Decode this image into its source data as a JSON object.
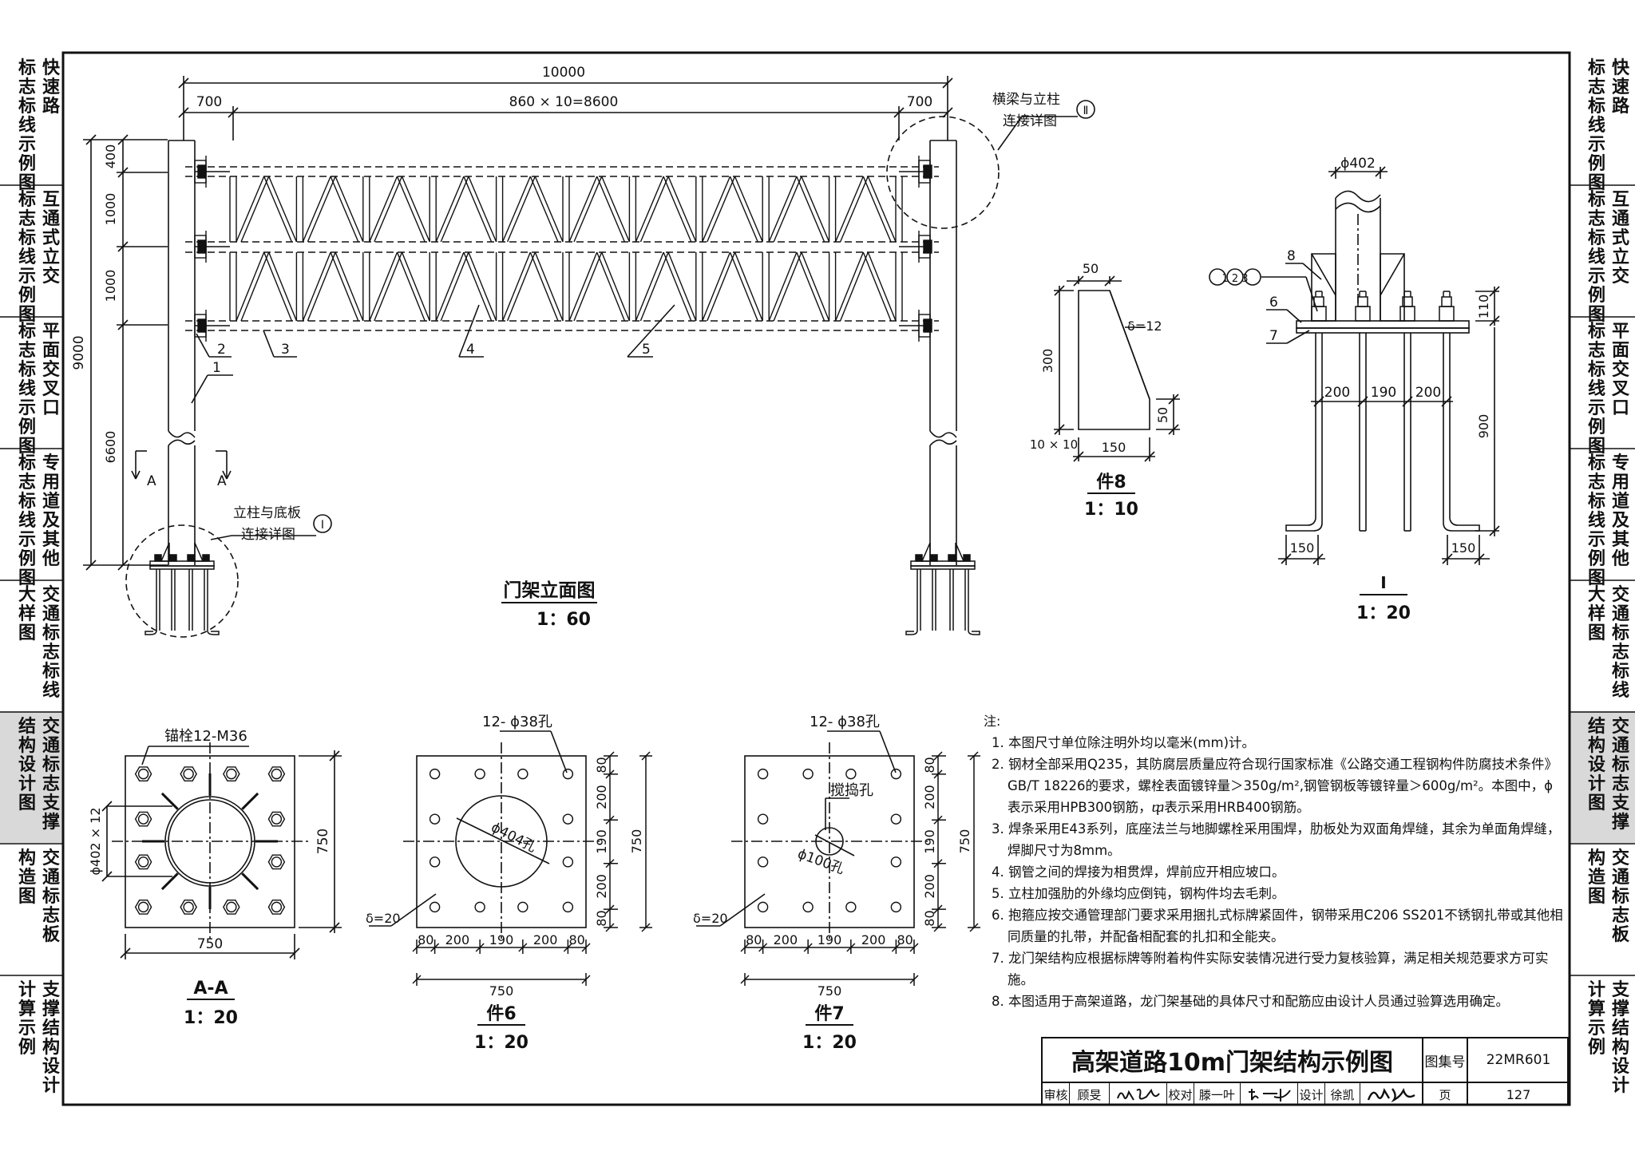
{
  "nav_left": [
    {
      "col1": "标志标线示例图",
      "col2": "快速路",
      "active": false
    },
    {
      "col1": "标志标线示例图",
      "col2": "互通式立交",
      "active": false
    },
    {
      "col1": "标志标线示例图",
      "col2": "平面交叉口",
      "active": false
    },
    {
      "col1": "标志标线示例图",
      "col2": "专用道及其他",
      "active": false
    },
    {
      "col1": "大样图",
      "col2": "交通标志标线",
      "active": false
    },
    {
      "col1": "结构设计图",
      "col2": "交通标志支撑",
      "active": true
    },
    {
      "col1": "构造图",
      "col2": "交通标志板",
      "active": false
    },
    {
      "col1": "计算示例",
      "col2": "支撑结构设计",
      "active": false
    }
  ],
  "nav_right": [
    {
      "col1": "标志标线示例图",
      "col2": "快速路",
      "active": false
    },
    {
      "col1": "标志标线示例图",
      "col2": "互通式立交",
      "active": false
    },
    {
      "col1": "标志标线示例图",
      "col2": "平面交叉口",
      "active": false
    },
    {
      "col1": "标志标线示例图",
      "col2": "专用道及其他",
      "active": false
    },
    {
      "col1": "大样图",
      "col2": "交通标志标线",
      "active": false
    },
    {
      "col1": "结构设计图",
      "col2": "交通标志支撑",
      "active": true
    },
    {
      "col1": "构造图",
      "col2": "交通标志板",
      "active": false
    },
    {
      "col1": "计算示例",
      "col2": "支撑结构设计",
      "active": false
    }
  ],
  "elevation": {
    "title": "门架立面图",
    "scale": "1：60",
    "dim_total": "10000",
    "dim_left": "700",
    "dim_middle": "860 × 10=8600",
    "dim_right": "700",
    "dim_height_total": "9000",
    "dim_400": "400",
    "dim_1000a": "1000",
    "dim_1000b": "1000",
    "dim_6600": "6600",
    "callout_top": "横梁与立柱",
    "callout_top2": "连接详图",
    "callout_top_num": "Ⅱ",
    "callout_bottom": "立柱与底板",
    "callout_bottom2": "连接详图",
    "callout_bottom_num": "Ⅰ",
    "section_mark": "A",
    "labels": [
      "1",
      "2",
      "3",
      "4",
      "5"
    ]
  },
  "part8": {
    "title": "件8",
    "scale": "1：10",
    "dim_50_top": "50",
    "dim_300": "300",
    "dim_50_side": "50",
    "dim_150": "150",
    "chamfer": "10 × 10",
    "thickness": "δ=12"
  },
  "detail1": {
    "title": "Ⅰ",
    "scale": "1：20",
    "dim_dia": "ϕ402",
    "labels": [
      "①②③",
      "8",
      "6",
      "7"
    ],
    "dim_110": "110",
    "dim_900": "900",
    "dim_200a": "200",
    "dim_190": "190",
    "dim_200b": "200",
    "dim_150a": "150",
    "dim_150b": "150"
  },
  "sectionAA": {
    "title": "A-A",
    "scale": "1：20",
    "bolt_label": "锚栓12-M36",
    "pipe_label": "ϕ402 × 12",
    "dim_750_h": "750",
    "dim_750_v": "750"
  },
  "part6": {
    "title": "件6",
    "scale": "1：20",
    "holes": "12- ϕ38孔",
    "center_hole": "ϕ404孔",
    "thickness": "δ=20",
    "dims_h": [
      "80",
      "200",
      "190",
      "200",
      "80"
    ],
    "dims_v": [
      "80",
      "200",
      "190",
      "200",
      "80"
    ],
    "dim_750_h": "750",
    "dim_750_v": "750"
  },
  "part7": {
    "title": "件7",
    "scale": "1：20",
    "holes": "12- ϕ38孔",
    "pour_hole": "搅捣孔",
    "center_hole": "ϕ100孔",
    "thickness": "δ=20",
    "dims_h": [
      "80",
      "200",
      "190",
      "200",
      "80"
    ],
    "dims_v": [
      "80",
      "200",
      "190",
      "200",
      "80"
    ],
    "dim_750_h": "750",
    "dim_750_v": "750"
  },
  "notes": {
    "head": "注:",
    "items": [
      "1. 本图尺寸单位除注明外均以毫米(mm)计。",
      "2. 钢材全部采用Q235，其防腐层质量应符合现行国家标准《公路交通工程钢构件防腐技术条件》GB/T 18226的要求，螺栓表面镀锌量＞350g/m²,钢管钢板等镀锌量＞600g/m²。本图中，ϕ表示采用HPB300钢筋，ⴔ表示采用HRB400钢筋。",
      "3. 焊条采用E43系列，底座法兰与地脚螺栓采用围焊，肋板处为双面角焊缝，其余为单面角焊缝，焊脚尺寸为8mm。",
      "4. 钢管之间的焊接为相贯焊，焊前应开相应坡口。",
      "5. 立柱加强肋的外缘均应倒钝，钢构件均去毛刺。",
      "6. 抱箍应按交通管理部门要求采用捆扎式标牌紧固件，钢带采用C206 SS201不锈钢扎带或其他相同质量的扎带，并配备相配套的扎扣和全能夹。",
      "7. 龙门架结构应根据标牌等附着构件实际安装情况进行受力复核验算，满足相关规范要求方可实施。",
      "8. 本图适用于高架道路，龙门架基础的具体尺寸和配筋应由设计人员通过验算选用确定。"
    ]
  },
  "title_block": {
    "title": "高架道路10m门架结构示例图",
    "atlas_label": "图集号",
    "atlas_no": "22MR601",
    "review_label": "审核",
    "reviewer": "顾旻",
    "check_label": "校对",
    "checker": "滕一叶",
    "design_label": "设计",
    "designer": "徐凯",
    "page_label": "页",
    "page_no": "127"
  }
}
